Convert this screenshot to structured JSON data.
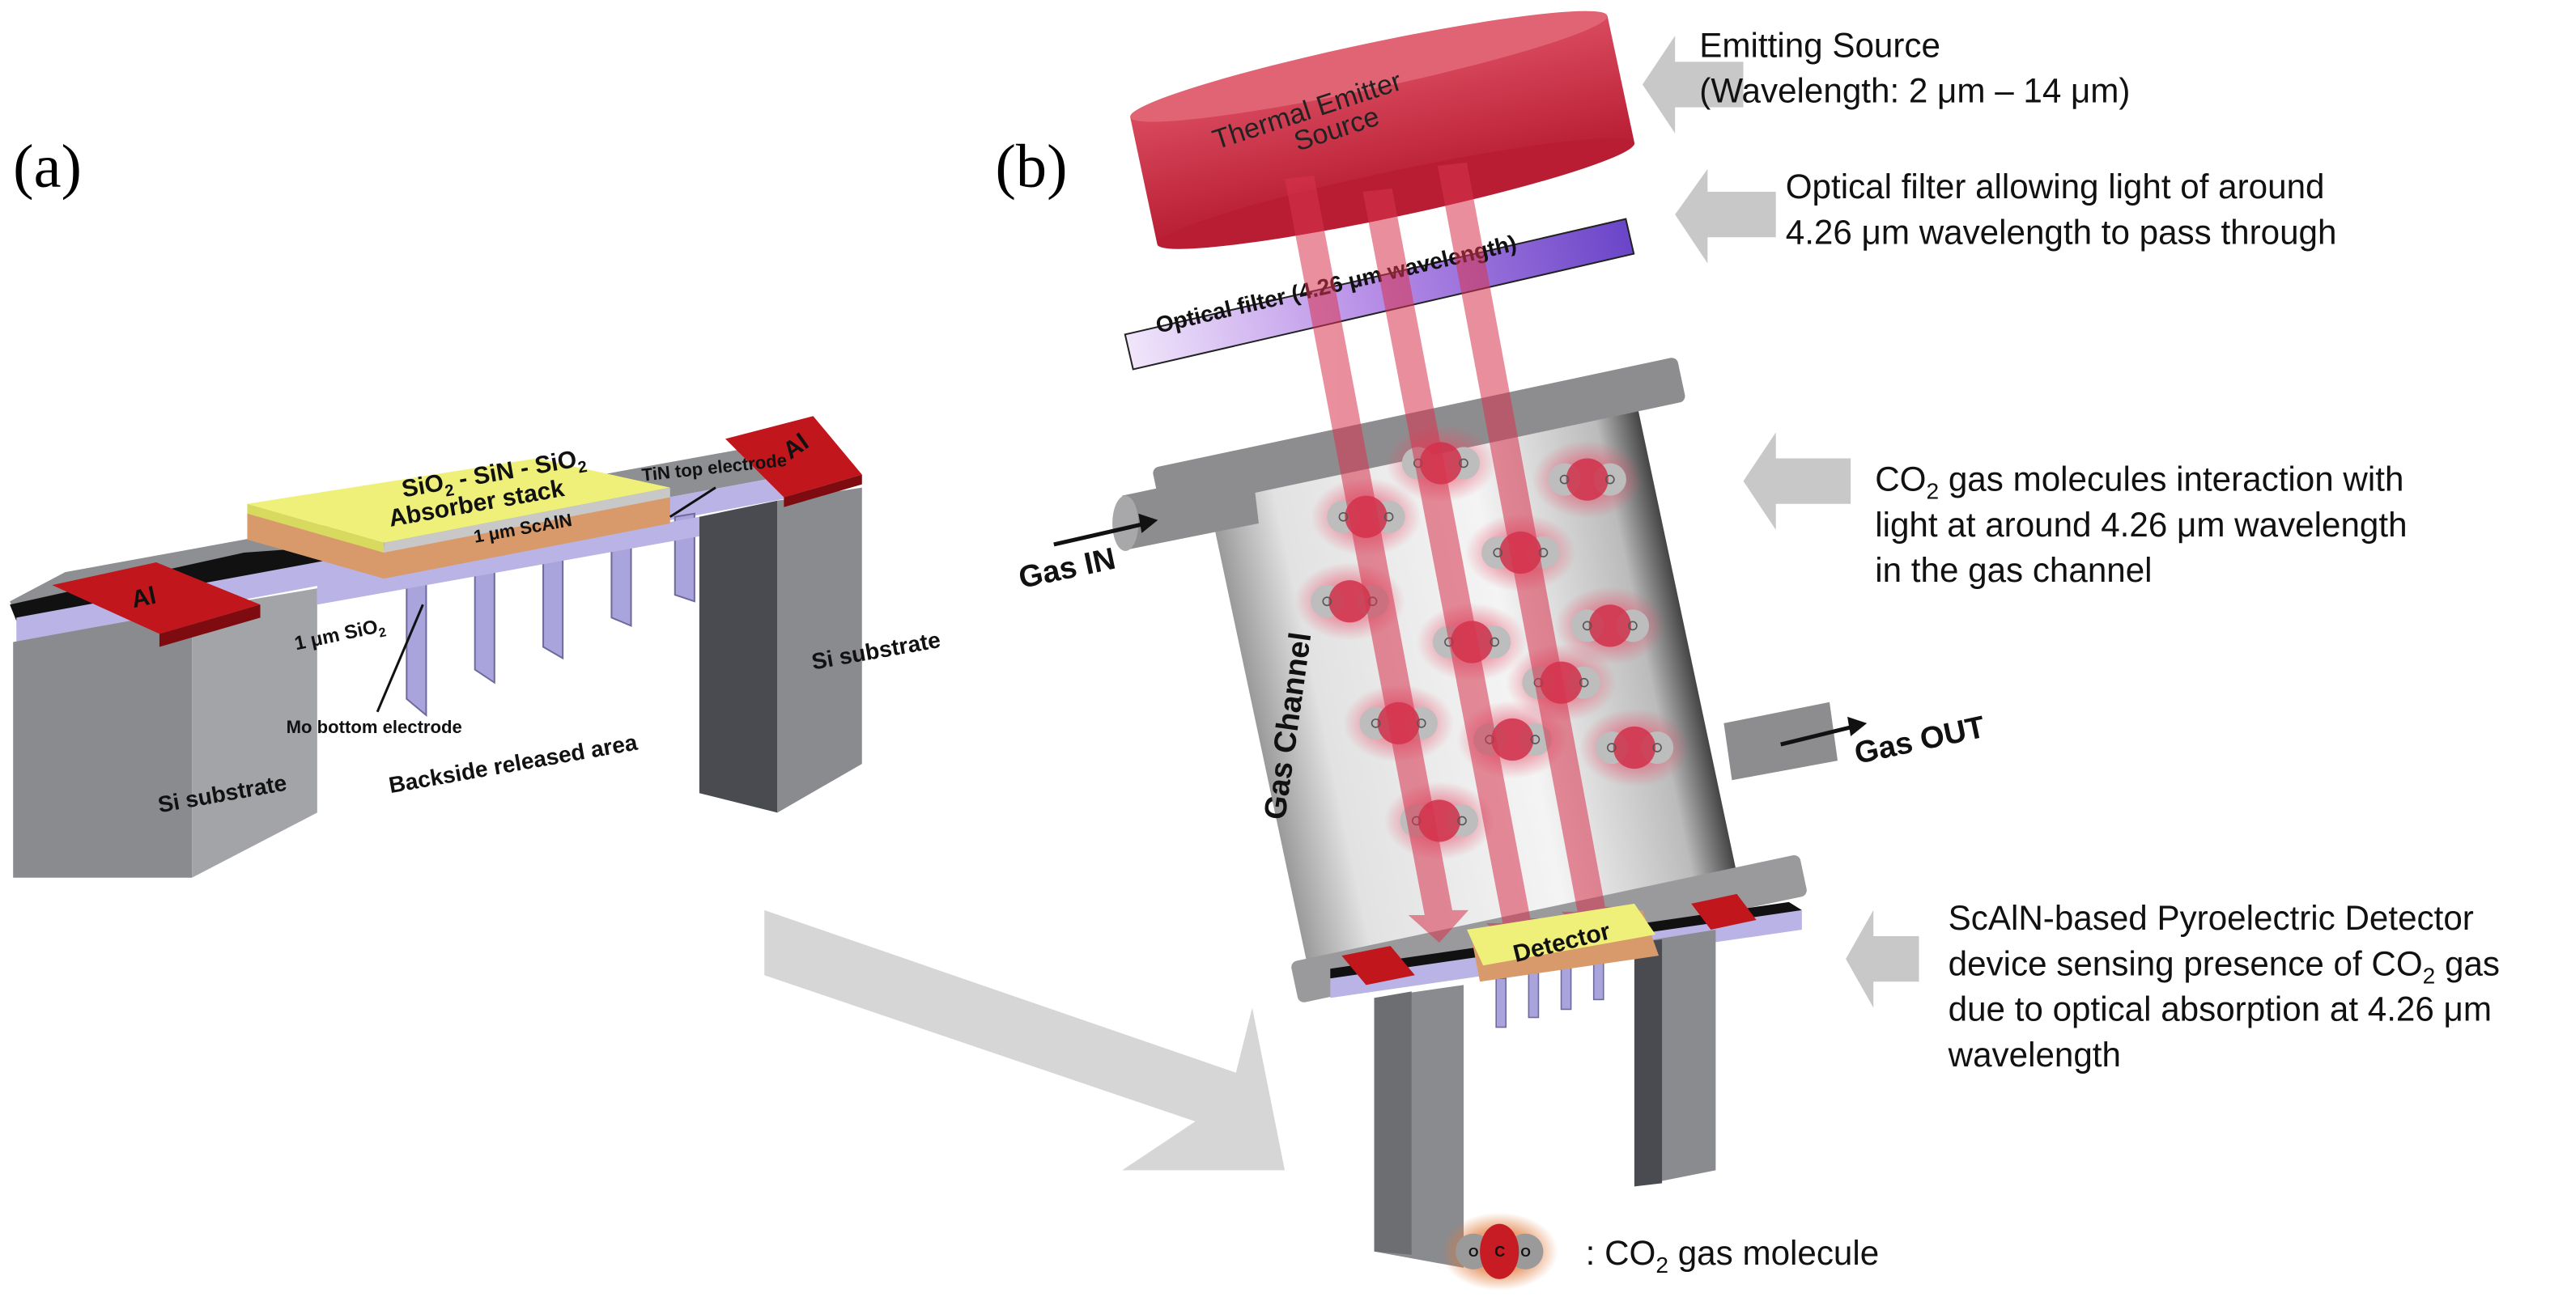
{
  "panel_a": {
    "label": "(a)",
    "al_left": "Al",
    "al_right": "Al",
    "absorber": {
      "sio": "SiO",
      "sub2": "2",
      "mid": " - SiN - SiO",
      "sub2b": "2",
      "line2": "Absorber stack"
    },
    "tin_top_electrode": "TiN top electrode",
    "scaln": "1 μm ScAlN",
    "sio2": {
      "text": "1 μm SiO",
      "sub": "2"
    },
    "mo_bottom_electrode": "Mo bottom electrode",
    "backside": "Backside released area",
    "si_left": "Si substrate",
    "si_right": "Si substrate"
  },
  "panel_b": {
    "label": "(b)",
    "emitter": {
      "line1": "Thermal Emitter",
      "line2": "Source"
    },
    "filter": "Optical filter (4.26 μm wavelength)",
    "gas_in": "Gas IN",
    "gas_out": "Gas OUT",
    "gas_channel": "Gas Channel",
    "detector": "Detector",
    "molecule_atoms": {
      "c": "C",
      "o": "O"
    },
    "notes": {
      "emitting": {
        "line1": "Emitting Source",
        "line2": "(Wavelength: 2 μm – 14 μm)"
      },
      "filter": {
        "line1": "Optical filter allowing light of around",
        "line2": "4.26 μm wavelength to pass through"
      },
      "co2": {
        "pre": "CO",
        "sub": "2",
        "line1_rest": " gas molecules interaction with",
        "line2": "light at around 4.26 μm wavelength",
        "line3": "in the gas channel"
      },
      "detector": {
        "line1": "ScAlN-based Pyroelectric Detector",
        "line2_pre": "device sensing presence of CO",
        "line2_sub": "2",
        "line2_post": " gas",
        "line3": "due to optical absorption at 4.26 μm",
        "line4": "wavelength"
      }
    },
    "legend": {
      "pre": ": CO",
      "sub": "2",
      "post": " gas molecule"
    }
  },
  "colors": {
    "aluminum": "#c0161c",
    "absorber": "#eef07a",
    "scaln": "#d89a6a",
    "sio2": "#b9b3e6",
    "substrate": "#8a8b8f",
    "emitter": "#c8283e",
    "filter": "#9b6fd6",
    "beam": "#d8334e",
    "arrow": "#c8c8c8"
  }
}
